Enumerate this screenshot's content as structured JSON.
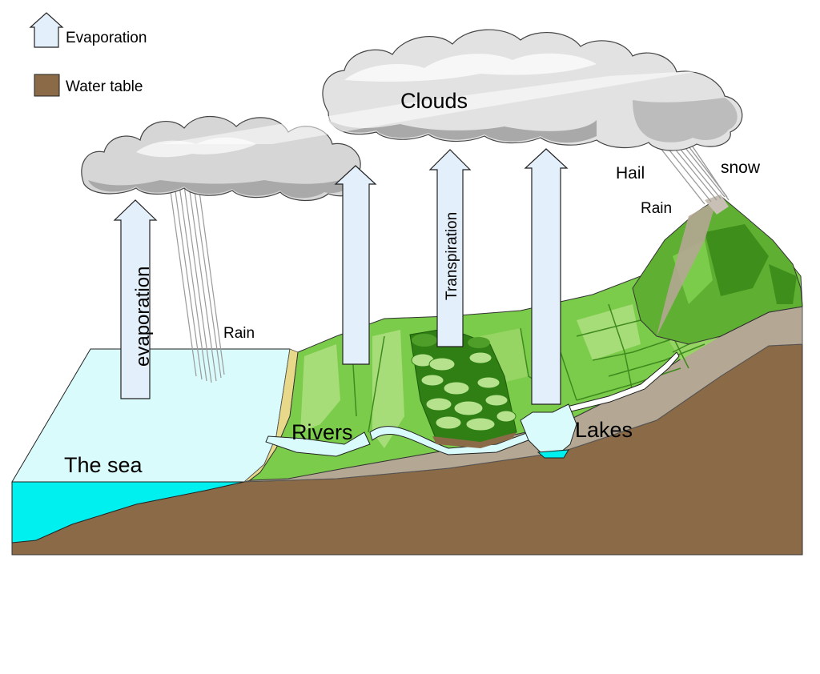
{
  "legend": {
    "evaporation_label": "Evaporation",
    "water_table_label": "Water table"
  },
  "labels": {
    "clouds": "Clouds",
    "hail": "Hail",
    "snow": "snow",
    "rain_mountain": "Rain",
    "rain_sea": "Rain",
    "evaporation": "evaporation",
    "transpiration": "Transpiration",
    "rivers": "Rivers",
    "lakes": "Lakes",
    "the_sea": "The sea"
  },
  "colors": {
    "evaporation_arrow": "#e3effa",
    "water_table": "#8b6a47",
    "sea_surface": "#d9fbfb",
    "sea_water": "#00f0f0",
    "land_green": "#7bcc4a",
    "land_light": "#a7dd78",
    "forest_dark": "#2f7f14",
    "cloud_light": "#e8e8e8",
    "cloud_dark": "#a9a9a9",
    "bedrock": "#b4a793"
  }
}
